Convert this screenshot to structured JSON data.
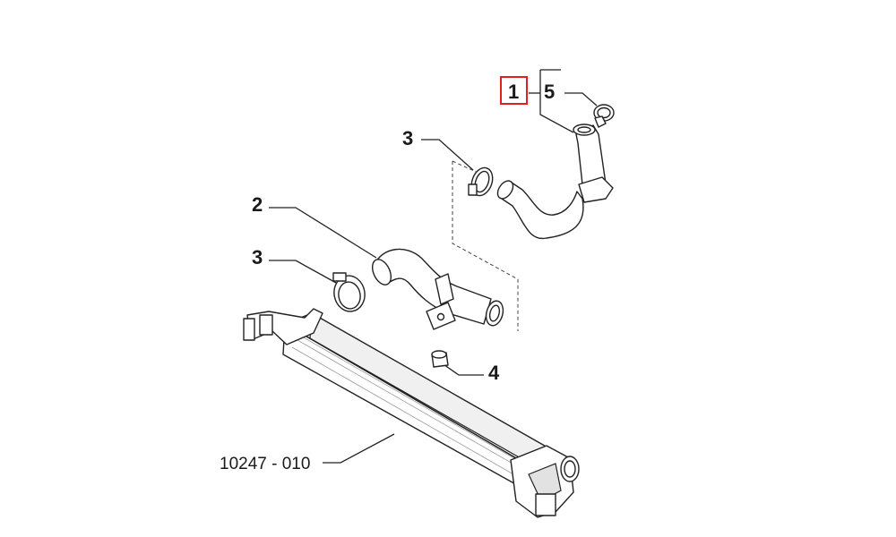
{
  "callouts": {
    "part_1": "1",
    "part_5": "5",
    "part_3_upper": "3",
    "part_2": "2",
    "part_3_lower": "3",
    "part_4": "4"
  },
  "assembly_ref": "10247 - 010",
  "highlight_color": "#e02020"
}
